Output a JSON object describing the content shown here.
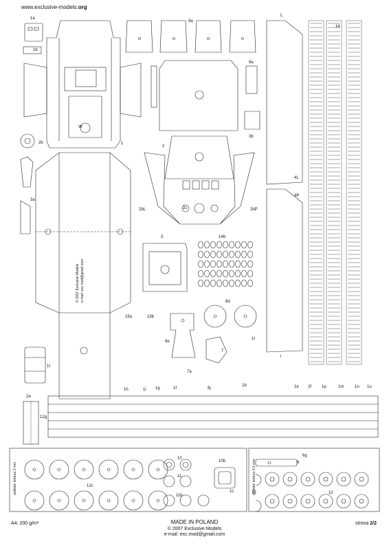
{
  "header": {
    "site_plain": "www.exclusive-models.",
    "site_bold": "org"
  },
  "labels": {
    "p1a": "1a",
    "p1b": "1b",
    "p9a": "9a",
    "p8a": "8a",
    "p14": "14",
    "p1": "1",
    "p2": "2",
    "p3": "3",
    "p2b": "2b",
    "p3a": "3a",
    "p3b": "3b",
    "p4L": "4L",
    "p4P": "4P",
    "p2bL": "2bL",
    "p2bP": "2bP",
    "p2c": "2c",
    "p14b": "14b",
    "p15a": "15a",
    "p15b": "15b",
    "p6d": "6d",
    "p6e": "6e",
    "p7": "7",
    "p1t": "1t",
    "p2a": "2a",
    "p12g": "12g",
    "p12c": "12c",
    "p10": "10",
    "p11": "11",
    "p10b": "10b",
    "p11b": "11b",
    "p1c": "1c",
    "p6g": "6g",
    "p6": "6",
    "p13": "13",
    "p12": "12",
    "p1m": "1m",
    "p1n": "1n",
    "p1o": "1o",
    "p1p": "1p",
    "p2f": "2f",
    "p1e": "1e",
    "p2d": "2d",
    "p6j": "6j",
    "p7a": "7a",
    "p1f": "1f",
    "p1g": "1g",
    "p1h": "1h",
    "p1i": "1i",
    "p1r": "1r",
    "pW": "W",
    "pL": "L",
    "pl": "l"
  },
  "watermark": {
    "line1": "© 2007 Exclusive Models",
    "line2": "e-mail: exc.mod@gmail.com"
  },
  "side_notes": {
    "left": "podklet: tektura 2 mm",
    "right": "podklet: tektura 0,5 mm"
  },
  "footer": {
    "paper": "A4, 200 g/m²",
    "made_in": "MADE IN POLAND",
    "copyright": "© 2007 Exclusive Models",
    "email": "e-mail: exc.mod@gmail.com",
    "page_prefix": "strona ",
    "page_number": "2/2"
  }
}
